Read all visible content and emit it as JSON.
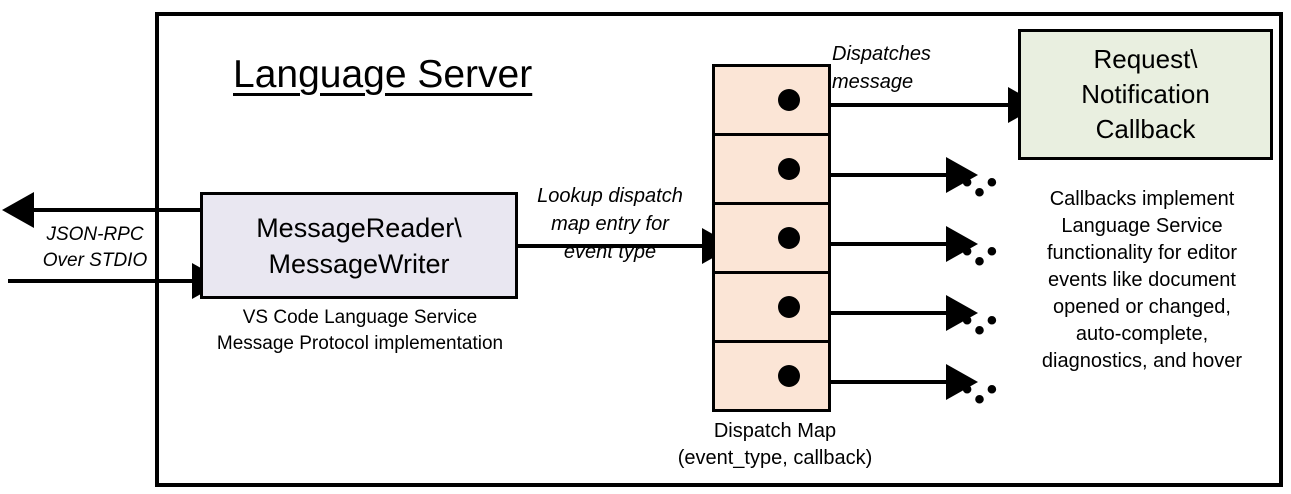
{
  "diagram": {
    "title": "Language Server",
    "outer_border_color": "#000000",
    "background": "#ffffff"
  },
  "external_io": {
    "label": "JSON-RPC\nOver STDIO",
    "outgoing_arrow_name": "arrow-out-to-client",
    "incoming_arrow_name": "arrow-in-from-client"
  },
  "message_box": {
    "text": "MessageReader\\\nMessageWriter",
    "fill": "#E9E7F1",
    "caption": "VS Code Language Service\nMessage Protocol implementation"
  },
  "lookup_edge": {
    "label": "Lookup dispatch\nmap entry for\nevent type"
  },
  "dispatch_map": {
    "fill": "#FBE5D6",
    "caption": "Dispatch Map\n(event_type, callback)",
    "cells": [
      {
        "name": "dispatch-map-cell-1",
        "target": "callback-box"
      },
      {
        "name": "dispatch-map-cell-2",
        "target": "ellipsis"
      },
      {
        "name": "dispatch-map-cell-3",
        "target": "ellipsis"
      },
      {
        "name": "dispatch-map-cell-4",
        "target": "ellipsis"
      },
      {
        "name": "dispatch-map-cell-5",
        "target": "ellipsis"
      }
    ],
    "ellipsis_glyph": "• • •"
  },
  "dispatch_edge": {
    "label": "Dispatches\nmessage"
  },
  "callback": {
    "text": "Request\\\nNotification\nCallback",
    "fill": "#E9EFE0",
    "caption": "Callbacks implement\nLanguage Service\nfunctionality for editor\nevents like document\nopened or changed,\nauto-complete,\ndiagnostics, and hover"
  }
}
